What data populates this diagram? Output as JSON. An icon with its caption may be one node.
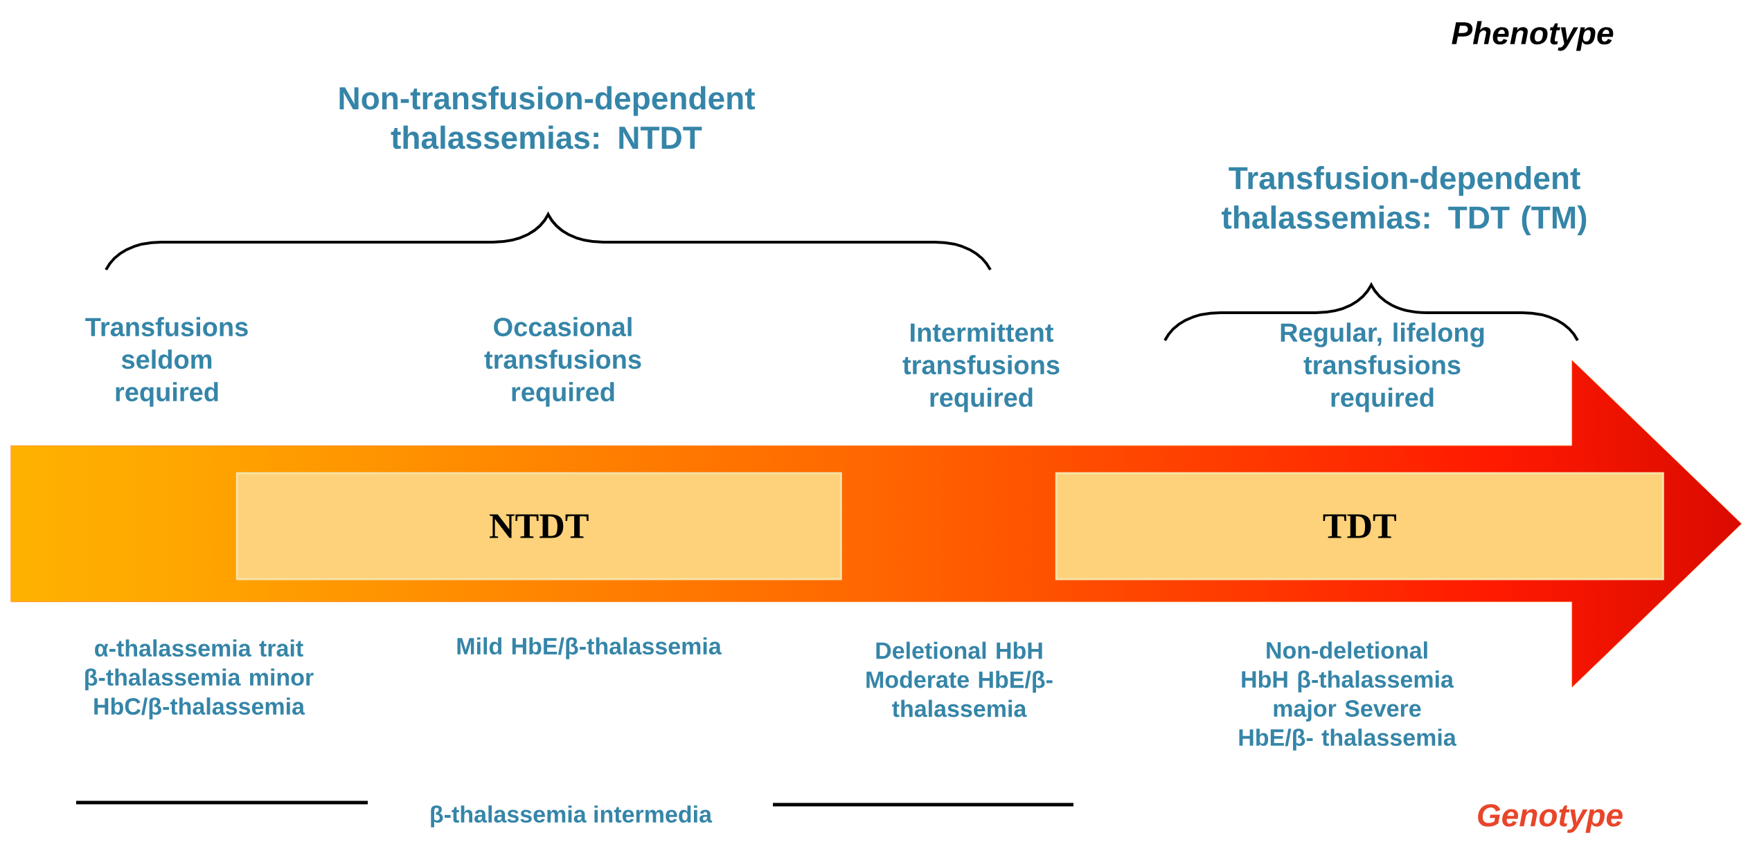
{
  "diagram": {
    "nodes": [
      {
        "text": [],
        "shape": "arrow"
      },
      {
        "text": [
          "NTDT"
        ],
        "in": 0
      },
      {
        "text": [
          "TDT"
        ],
        "in": 0
      }
    ],
    "labels": [
      "Phenotype",
      "Non-transfusion-dependent thalassemias: NTDT",
      "Transfusion-dependent thalassemias: TDT (TM)",
      "Transfusions seldom required",
      "Occasional transfusions required",
      "Intermittent transfusions required",
      "Regular, lifelong transfusions required",
      "α-thalassemia trait β-thalassemia minor HbC/β-thalassemia",
      "Mild HbE/β-thalassemia",
      "Deletional HbH Moderate HbE/β- thalassemia",
      "Non-deletional HbH β-thalassemia major Severe HbE/β- thalassemia",
      "β-thalassemia intermedia",
      "Genotype"
    ]
  }
}
